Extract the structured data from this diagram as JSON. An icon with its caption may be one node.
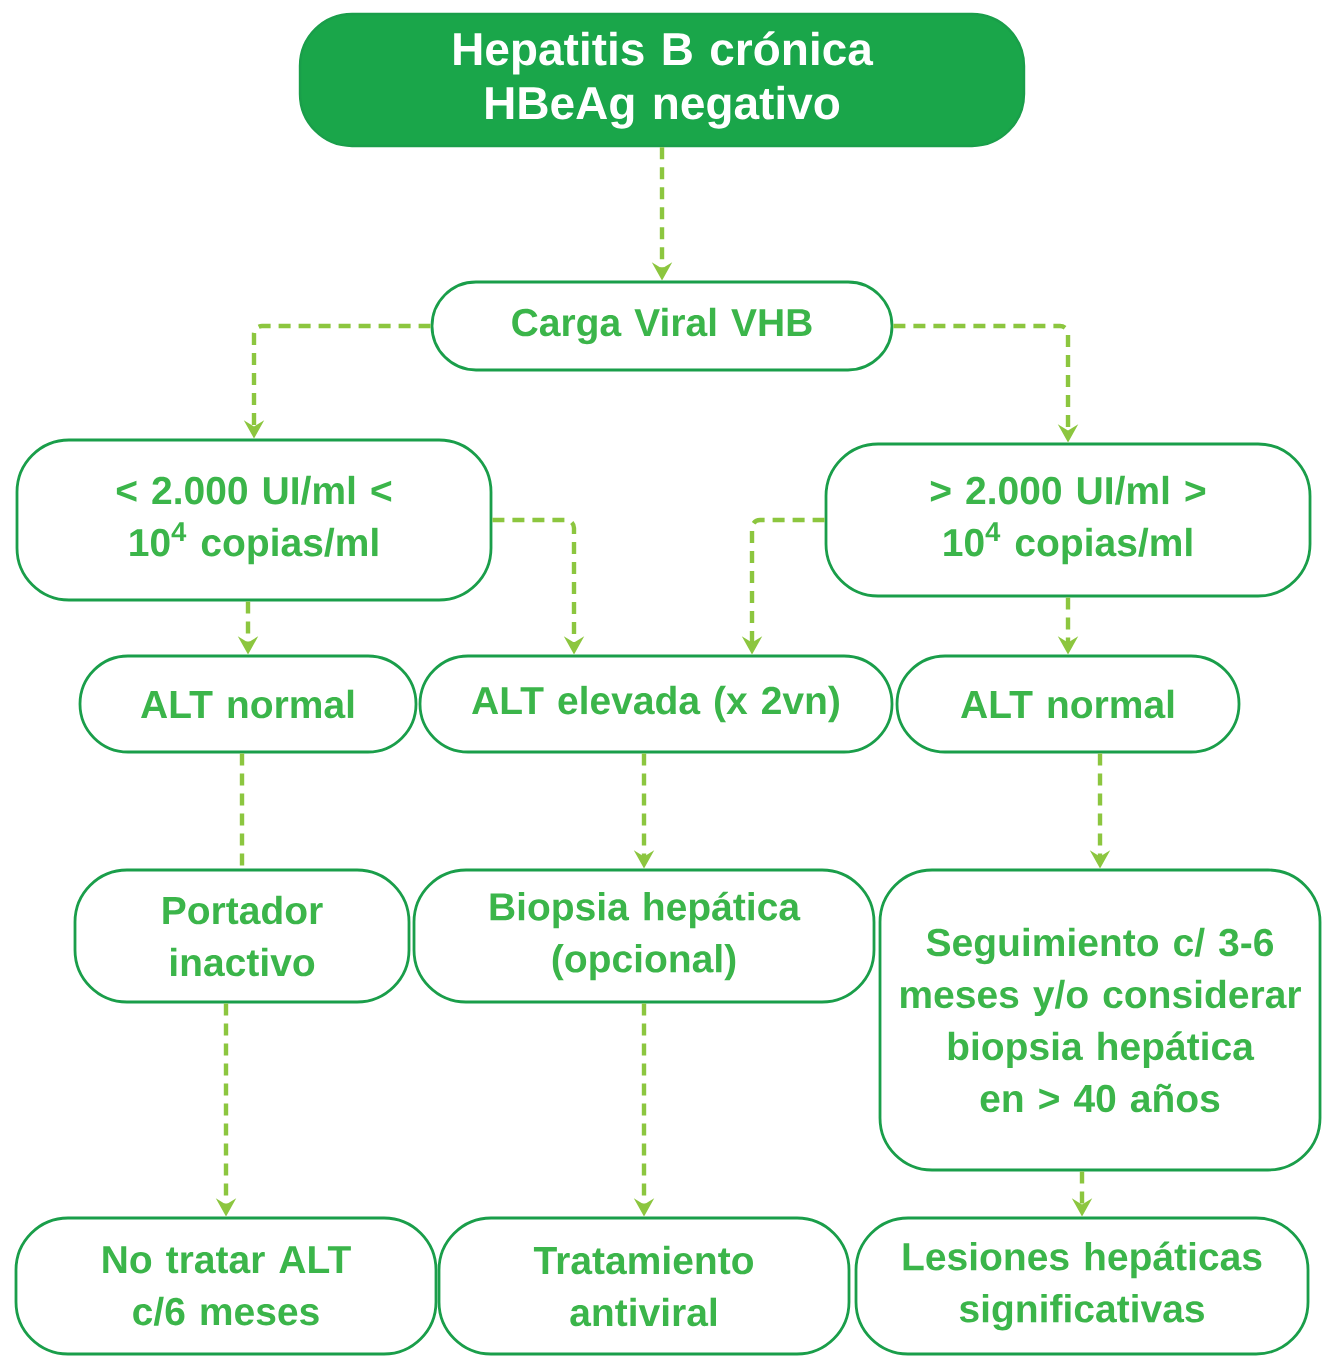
{
  "diagram": {
    "nodes": [
      {
        "text": [
          "Hepatitis B crónica HBeAg negativo"
        ]
      },
      {
        "text": [
          "Carga Viral VHB"
        ]
      },
      {
        "text": [
          "< 2.000 UI/ml < 10$^{4}$ copias/ml"
        ]
      },
      {
        "text": [
          "> 2.000 UI/ml > 10$^{4}$ copias/ml"
        ]
      },
      {
        "text": [
          "ALT normal"
        ]
      },
      {
        "text": [
          "ALT elevada (x 2vn)"
        ]
      },
      {
        "text": [
          "ALT normal"
        ]
      },
      {
        "text": [
          "Portador inactivo"
        ]
      },
      {
        "text": [
          "Biopsia hepática (opcional)"
        ]
      },
      {
        "text": [
          "Seguimiento c/ 3-6 meses y/o considerar biopsia hepática en > 40 años"
        ]
      },
      {
        "text": [
          "No tratar ALT c/6 meses"
        ]
      },
      {
        "text": [
          "Tratamiento antiviral"
        ]
      },
      {
        "text": [
          "Lesiones hepáticas significativas"
        ]
      }
    ],
    "edges": [
      {
        "from": 0,
        "to": 1,
        "arrow": "to"
      },
      {
        "from": 1,
        "to": 2,
        "arrow": "to"
      },
      {
        "from": 1,
        "to": 3,
        "arrow": "to"
      },
      {
        "from": 2,
        "to": 4,
        "arrow": "to"
      },
      {
        "from": 2,
        "to": 5,
        "arrow": "to"
      },
      {
        "from": 3,
        "to": 5,
        "arrow": "to"
      },
      {
        "from": 3,
        "to": 6,
        "arrow": "to"
      },
      {
        "from": 4,
        "to": 7,
        "arrow": "none"
      },
      {
        "from": 5,
        "to": 8,
        "arrow": "to"
      },
      {
        "from": 6,
        "to": 9,
        "arrow": "to"
      },
      {
        "from": 7,
        "to": 10,
        "arrow": "to"
      },
      {
        "from": 8,
        "to": 11,
        "arrow": "to"
      },
      {
        "from": 9,
        "to": 12,
        "arrow": "to"
      }
    ]
  }
}
